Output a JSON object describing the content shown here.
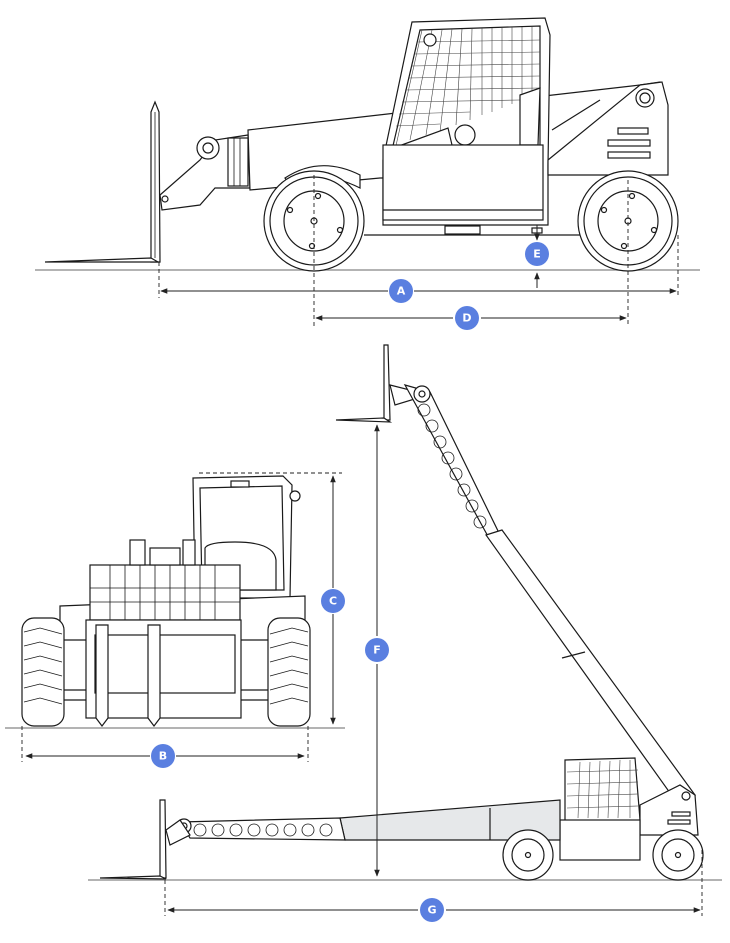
{
  "colors": {
    "badge": "#5a7fe0",
    "line": "#1a1a1a",
    "ground": "#9a9a9a",
    "boom_fill": "#e6e8ea"
  },
  "labels": {
    "A": "A",
    "B": "B",
    "C": "C",
    "D": "D",
    "E": "E",
    "F": "F",
    "G": "G"
  }
}
